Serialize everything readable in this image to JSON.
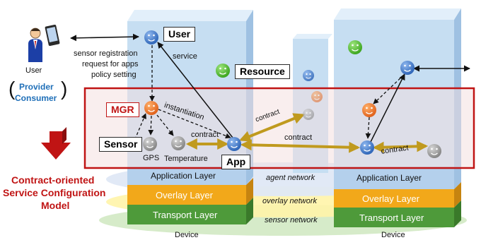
{
  "user_panel": {
    "user_label": "User",
    "open_paren": "(",
    "provider": "Provider",
    "consumer": "Consumer",
    "close_paren": ")"
  },
  "annotations": {
    "sensor_registration": "sensor registration",
    "request_for_apps": "request for apps",
    "policy_setting": "policy setting",
    "service": "service",
    "instantiation": "instantiation",
    "contract_small": "contract",
    "contract_mid": "contract",
    "contract_main": "contract",
    "contract_right": "contract"
  },
  "labels": {
    "user_box": "User",
    "resource_box": "Resource",
    "mgr_box": "MGR",
    "sensor_box": "Sensor",
    "app_box": "App",
    "gps": "GPS",
    "temperature": "Temperature"
  },
  "model": {
    "line1": "Contract-oriented",
    "line2": "Service Configuration",
    "line3": "Model"
  },
  "layers": {
    "application_left": "Application Layer",
    "application_right": "Application Layer",
    "overlay_left": "Overlay Layer",
    "overlay_right": "Overlay Layer",
    "transport_left": "Transport Layer",
    "transport_right": "Transport Layer"
  },
  "networks": {
    "agent": "agent network",
    "overlay": "overlay network",
    "sensor": "sensor network"
  },
  "devices": {
    "left": "Device",
    "right": "Device"
  },
  "colors": {
    "agent_blue": "#3d78c8",
    "agent_orange": "#ee7a2e",
    "agent_gray": "#9a9a9a",
    "agent_green": "#5cc43c",
    "contract_arrow": "#c09a1e",
    "highlight_border": "#c01414",
    "model_text": "#c01414",
    "overlay_layer": "#f2a81a",
    "transport_layer": "#4e9a3a",
    "device_blue": "#c6def2"
  }
}
